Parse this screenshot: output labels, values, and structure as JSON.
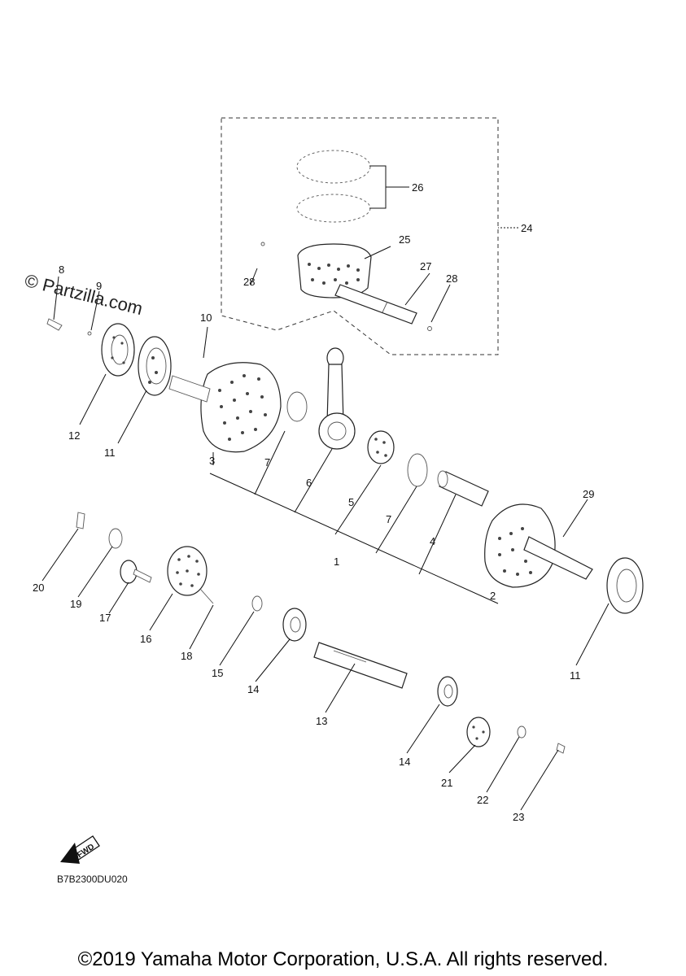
{
  "watermark": "© Partzilla.com",
  "diagram_code": "B7B2300DU020",
  "fwd_label": "FWD",
  "copyright": "©2019 Yamaha Motor Corporation, U.S.A. All rights reserved.",
  "callouts": {
    "c1": "1",
    "c2": "2",
    "c3": "3",
    "c4": "4",
    "c5": "5",
    "c6": "6",
    "c7a": "7",
    "c7b": "7",
    "c8": "8",
    "c9": "9",
    "c10": "10",
    "c11a": "11",
    "c11b": "11",
    "c12": "12",
    "c13": "13",
    "c14a": "14",
    "c14b": "14",
    "c15": "15",
    "c16": "16",
    "c17": "17",
    "c18": "18",
    "c19": "19",
    "c20": "20",
    "c21": "21",
    "c22": "22",
    "c23": "23",
    "c24": "24",
    "c25": "25",
    "c26": "26",
    "c27": "27",
    "c28a": "28",
    "c28b": "28",
    "c29": "29"
  }
}
